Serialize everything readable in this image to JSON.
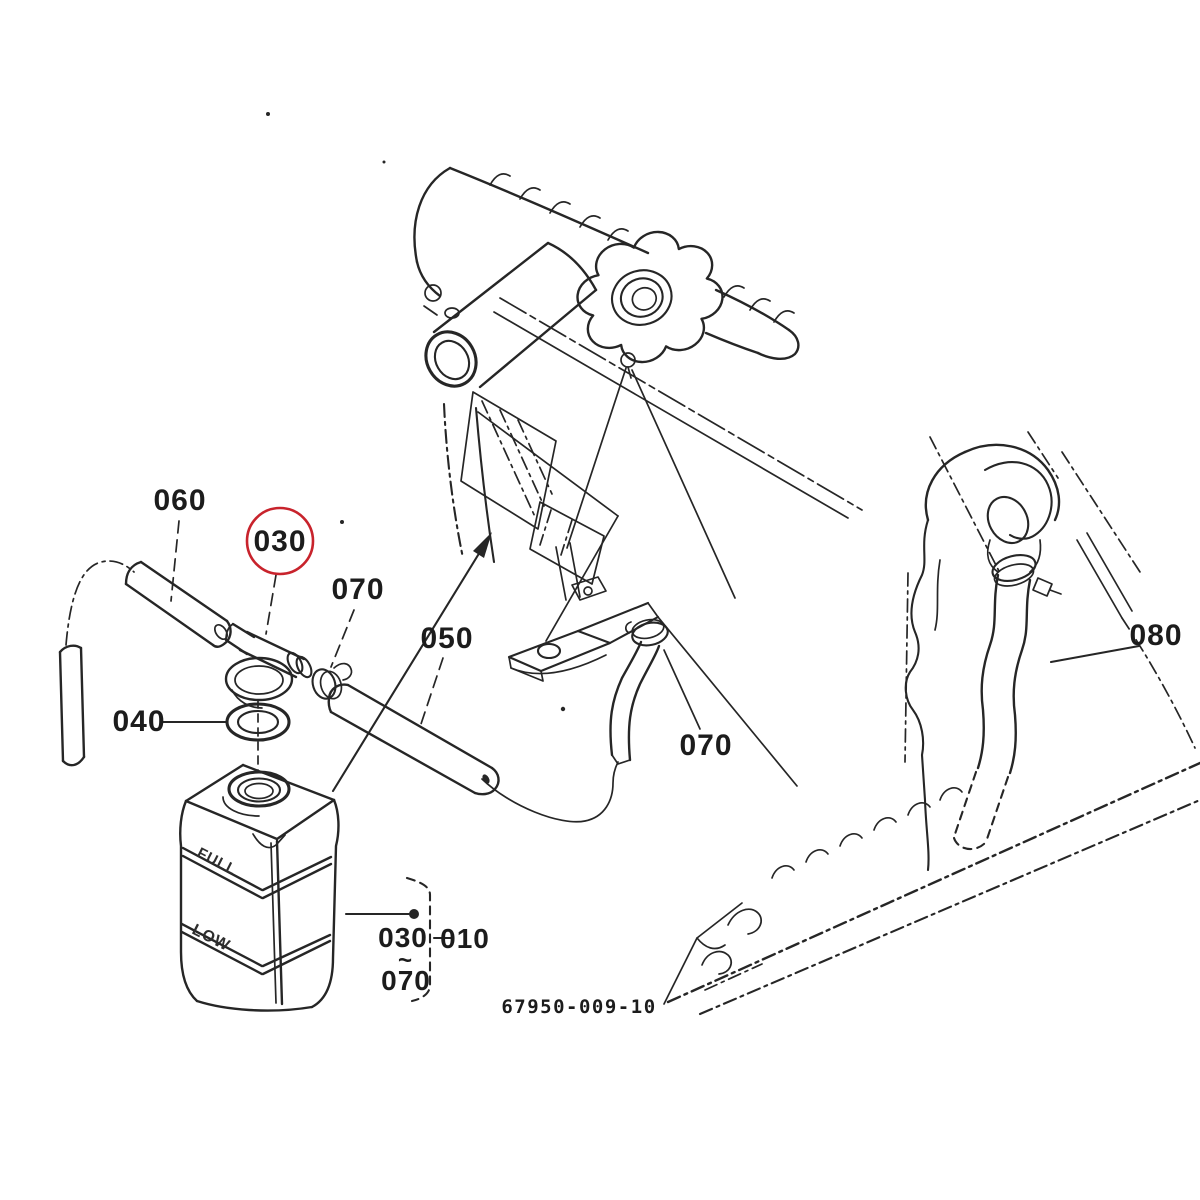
{
  "diagram": {
    "type": "exploded-parts-diagram",
    "drawing_number": "67950-009-10",
    "colors": {
      "highlight": "#C8232C",
      "line": "#262626"
    },
    "labels": {
      "hose_060": "060",
      "joint_030": "030",
      "clamp_070_left": "070",
      "hose_050": "050",
      "gasket_040": "040",
      "clamp_070_right": "070",
      "hose_080": "080",
      "range_from_030": "030",
      "range_tilde": "~",
      "range_to_070": "070",
      "assy_010": "010"
    },
    "tank": {
      "full_mark": "FULL",
      "low_mark": "LOW"
    }
  }
}
